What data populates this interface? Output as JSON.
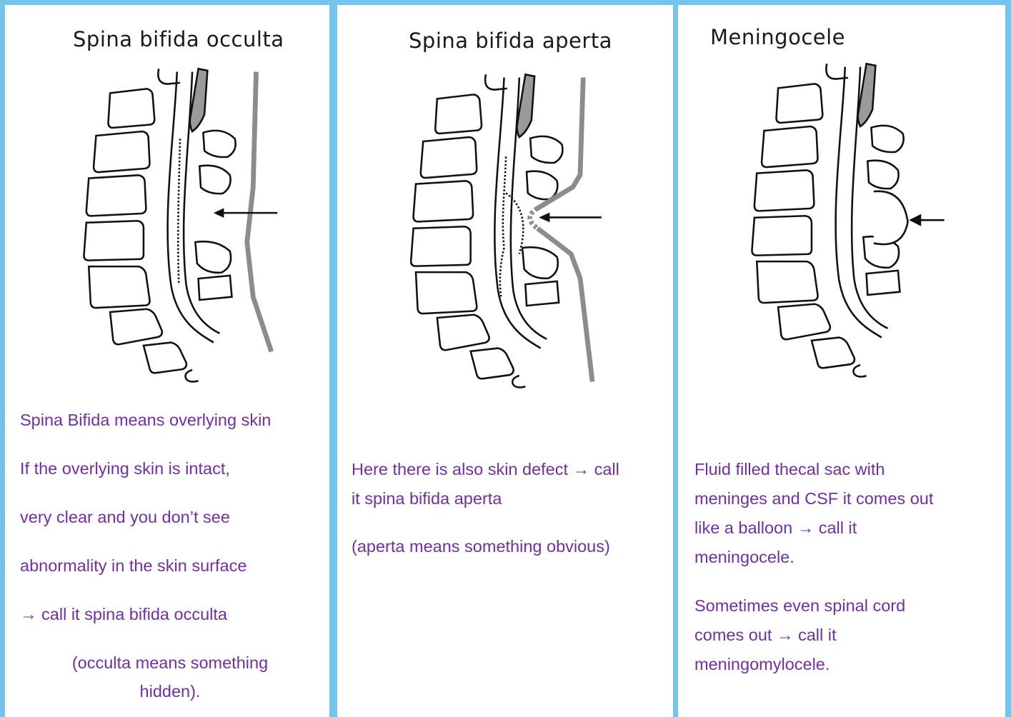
{
  "panels": [
    {
      "title": "Spina bifida occulta",
      "lines": [
        "Spina Bifida means overlying skin",
        "If the overlying skin is intact,",
        " very clear and you don’t see",
        "abnormality in the skin surface",
        "→ call it spina bifida occulta",
        "(occulta means something",
        "hidden)."
      ]
    },
    {
      "title": "Spina bifida aperta",
      "lines": [
        "Here there is also skin defect → call",
        "it spina bifida aperta",
        "(aperta means something obvious)"
      ]
    },
    {
      "title": "Meningocele",
      "lines": [
        "Fluid filled thecal sac with",
        "meninges and CSF it comes out",
        "like a balloon → call it",
        "meningocele.",
        "Sometimes even spinal cord",
        "comes out  → call it",
        "meningomylocele."
      ]
    }
  ],
  "colors": {
    "border": "#74c5ee",
    "text": "#7030a0",
    "skin": "#8c8c8c",
    "line": "#111111"
  },
  "icons": [
    "arrow-right-icon",
    "pointer-arrow-icon"
  ]
}
